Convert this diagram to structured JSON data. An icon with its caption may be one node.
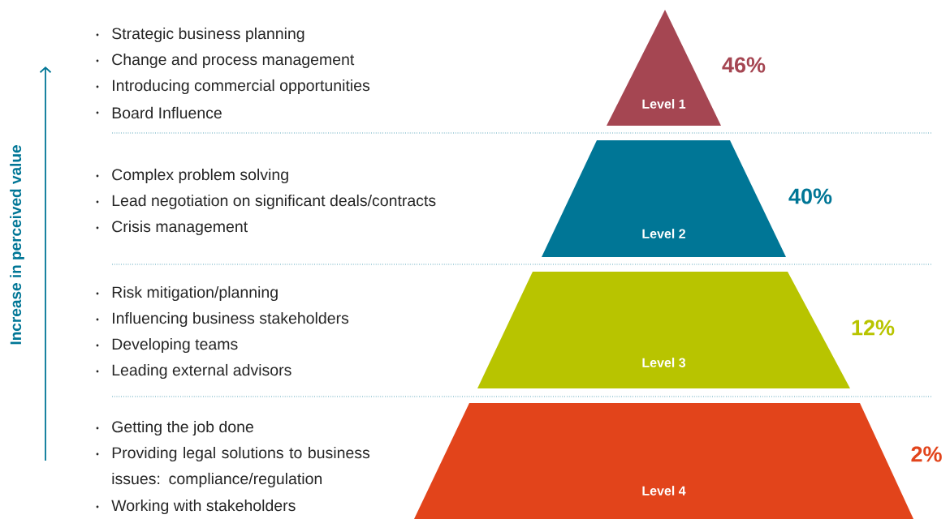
{
  "diagram": {
    "nodes": [
      {
        "text": [
          "Level 1"
        ],
        "beside": [
          "46%"
        ]
      },
      {
        "text": [
          "Level 2"
        ],
        "beside": [
          "40%"
        ]
      },
      {
        "text": [
          "Level 3"
        ],
        "beside": [
          "12%"
        ]
      },
      {
        "text": [
          "Level 4"
        ],
        "beside": [
          "2%"
        ]
      }
    ],
    "labels": [
      "Increase in perceived value",
      "Strategic business planning",
      "Change and process management",
      "Introducing commercial opportunities",
      "Board Influence",
      "Complex problem solving",
      "Lead negotiation on significant deals/contracts",
      "Crisis management",
      "Risk mitigation/planning",
      "Influencing business stakeholders",
      "Developing teams",
      "Leading external advisors",
      "Getting the job done",
      "Providing legal solutions to business issues: compliance/regulation",
      "Working with stakeholders"
    ]
  }
}
